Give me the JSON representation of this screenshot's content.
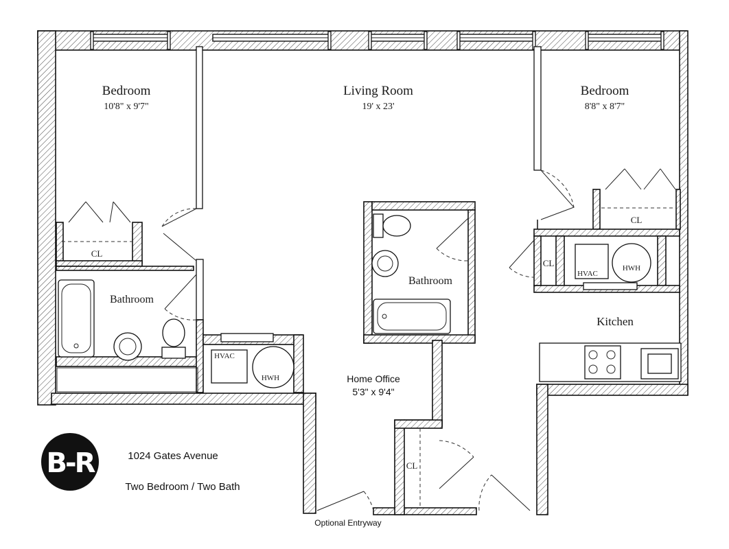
{
  "rooms": {
    "bedroom_left": {
      "name": "Bedroom",
      "dims": "10'8\" x 9'7\""
    },
    "living_room": {
      "name": "Living Room",
      "dims": "19' x 23'"
    },
    "bedroom_right": {
      "name": "Bedroom",
      "dims": "8'8\" x 8'7\""
    },
    "bathroom_left": {
      "name": "Bathroom"
    },
    "bathroom_center": {
      "name": "Bathroom"
    },
    "kitchen": {
      "name": "Kitchen"
    },
    "home_office": {
      "name": "Home Office",
      "dims": "5'3\" x 9'4\""
    }
  },
  "labels": {
    "closet": "CL",
    "hvac": "HVAC",
    "hwh": "HWH",
    "optional_entryway": "Optional Entryway"
  },
  "info": {
    "logo": "B-R",
    "address": "1024 Gates Avenue",
    "unit_type": "Two Bedroom / Two Bath"
  },
  "colors": {
    "wall": "#111111",
    "background": "#ffffff",
    "logo": "#111111"
  }
}
